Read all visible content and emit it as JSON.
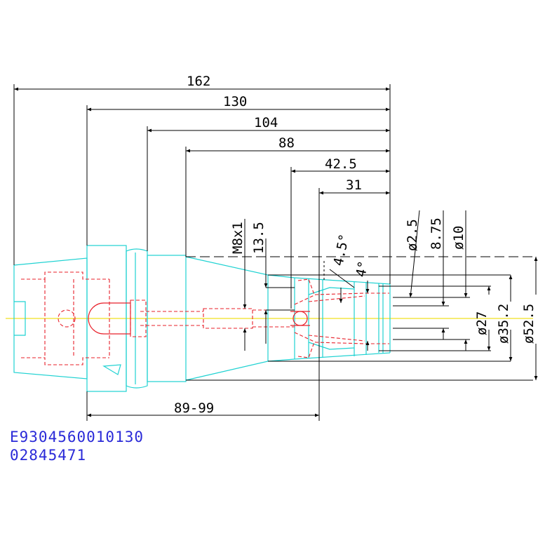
{
  "colors": {
    "outline": "#1fd2d2",
    "internal": "#e8202a",
    "axis": "#f0e020",
    "dimension": "#000000",
    "code_text": "#2a2ad8"
  },
  "dimensions": {
    "len_162": "162",
    "len_130": "130",
    "len_104": "104",
    "len_88": "88",
    "len_42_5": "42.5",
    "len_31": "31",
    "thread": "M8x1",
    "len_13_5": "13.5",
    "angle_4_5": "4.5°",
    "angle_4": "4°",
    "dia_2_5": "ø2.5",
    "dia_8_75": "8.75",
    "dia_10": "ø10",
    "dia_27": "ø27",
    "dia_35_2": "ø35.2",
    "dia_52_5": "ø52.5",
    "len_89_99": "89-99"
  },
  "codes": {
    "part_number": "E9304560010130",
    "order_number": "02845471"
  }
}
